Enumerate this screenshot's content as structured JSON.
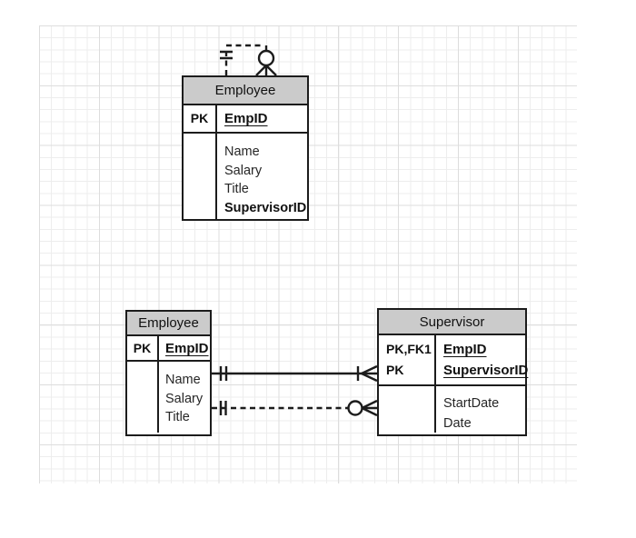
{
  "canvas": {
    "background": "#ffffff",
    "grid_minor_color": "#ededed",
    "grid_major_color": "#dddddd"
  },
  "style": {
    "entity_header_fill": "#cbcbcb",
    "entity_border": "#1c1c1c",
    "line_color": "#1c1c1c"
  },
  "entities": {
    "employee_top": {
      "title": "Employee",
      "keys": [
        {
          "tag": "PK",
          "name": "EmpID"
        }
      ],
      "attributes": [
        "Name",
        "Salary",
        "Title",
        "SupervisorID"
      ]
    },
    "employee_bottom": {
      "title": "Employee",
      "keys": [
        {
          "tag": "PK",
          "name": "EmpID"
        }
      ],
      "attributes": [
        "Name",
        "Salary",
        "Title"
      ]
    },
    "supervisor": {
      "title": "Supervisor",
      "keys": [
        {
          "tag": "PK,FK1",
          "name": "EmpID"
        },
        {
          "tag": "PK",
          "name": "SupervisorID"
        }
      ],
      "attributes": [
        "StartDate",
        "Date"
      ]
    }
  },
  "relationships": [
    {
      "name": "employee-self-reference",
      "line_style": "dashed",
      "from_entity": "Employee",
      "from_cardinality": "one-and-only-one",
      "to_entity": "Employee",
      "to_cardinality": "zero-or-many"
    },
    {
      "name": "employee-supervisor-identifying",
      "line_style": "solid",
      "from_entity": "Employee",
      "from_cardinality": "one-and-only-one",
      "to_entity": "Supervisor",
      "to_cardinality": "one-or-many"
    },
    {
      "name": "employee-supervisor-nonidentifying",
      "line_style": "dashed",
      "from_entity": "Employee",
      "from_cardinality": "one-and-only-one",
      "to_entity": "Supervisor",
      "to_cardinality": "zero-or-many"
    }
  ]
}
